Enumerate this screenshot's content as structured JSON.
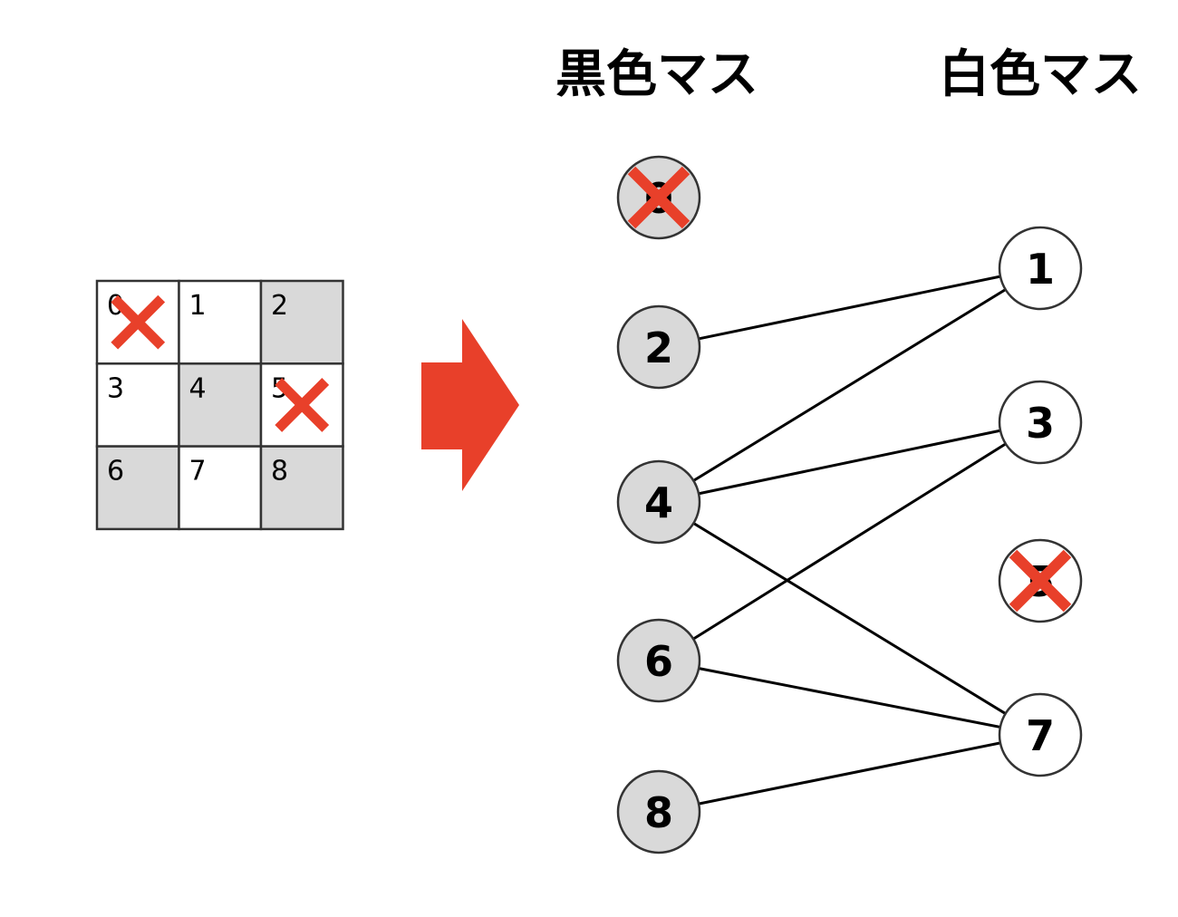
{
  "headers": {
    "black_squares": "黒色マス",
    "white_squares": "白色マス"
  },
  "colors": {
    "black_cell": "#d9d9d9",
    "white_cell": "#ffffff",
    "grid_line": "#333333",
    "cross": "#e8402a",
    "arrow": "#e8402a",
    "edge": "#000000"
  },
  "grid": {
    "rows": 3,
    "cols": 3,
    "cells": [
      {
        "label": "0",
        "color": "white",
        "removed": true
      },
      {
        "label": "1",
        "color": "white",
        "removed": false
      },
      {
        "label": "2",
        "color": "black",
        "removed": false
      },
      {
        "label": "3",
        "color": "white",
        "removed": false
      },
      {
        "label": "4",
        "color": "black",
        "removed": false
      },
      {
        "label": "5",
        "color": "white",
        "removed": true
      },
      {
        "label": "6",
        "color": "black",
        "removed": false
      },
      {
        "label": "7",
        "color": "white",
        "removed": false
      },
      {
        "label": "8",
        "color": "black",
        "removed": false
      }
    ]
  },
  "arrow_icon": "right-arrow-icon",
  "graph": {
    "black_nodes": [
      {
        "label": "0",
        "removed": true
      },
      {
        "label": "2",
        "removed": false
      },
      {
        "label": "4",
        "removed": false
      },
      {
        "label": "6",
        "removed": false
      },
      {
        "label": "8",
        "removed": false
      }
    ],
    "white_nodes": [
      {
        "label": "1",
        "removed": false
      },
      {
        "label": "3",
        "removed": false
      },
      {
        "label": "5",
        "removed": true
      },
      {
        "label": "7",
        "removed": false
      }
    ],
    "edges": [
      [
        "2",
        "1"
      ],
      [
        "4",
        "1"
      ],
      [
        "4",
        "3"
      ],
      [
        "4",
        "7"
      ],
      [
        "6",
        "3"
      ],
      [
        "6",
        "7"
      ],
      [
        "8",
        "7"
      ]
    ]
  }
}
